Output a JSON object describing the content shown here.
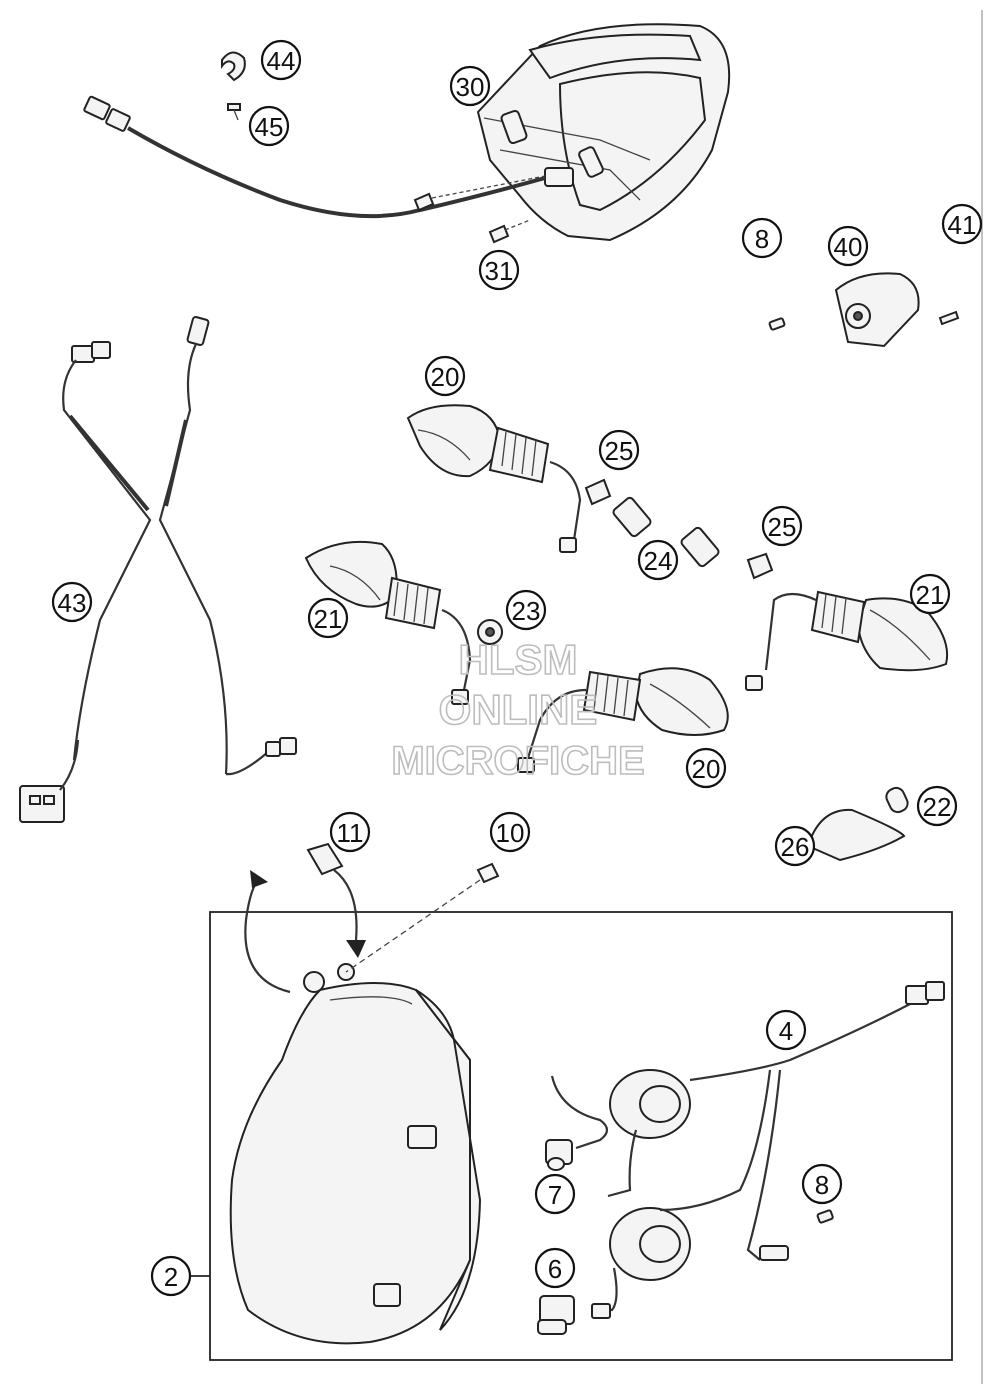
{
  "watermark": {
    "line1": "HLSM",
    "line2": "ONLINE",
    "line3": "MICROFICHE"
  },
  "callouts": [
    {
      "id": "c44",
      "label": "44"
    },
    {
      "id": "c45",
      "label": "45"
    },
    {
      "id": "c30",
      "label": "30"
    },
    {
      "id": "c31",
      "label": "31"
    },
    {
      "id": "c8a",
      "label": "8"
    },
    {
      "id": "c40",
      "label": "40"
    },
    {
      "id": "c41",
      "label": "41"
    },
    {
      "id": "c20a",
      "label": "20"
    },
    {
      "id": "c25a",
      "label": "25"
    },
    {
      "id": "c24",
      "label": "24"
    },
    {
      "id": "c25b",
      "label": "25"
    },
    {
      "id": "c43",
      "label": "43"
    },
    {
      "id": "c21a",
      "label": "21"
    },
    {
      "id": "c23",
      "label": "23"
    },
    {
      "id": "c21b",
      "label": "21"
    },
    {
      "id": "c20b",
      "label": "20"
    },
    {
      "id": "c22",
      "label": "22"
    },
    {
      "id": "c26",
      "label": "26"
    },
    {
      "id": "c11",
      "label": "11"
    },
    {
      "id": "c10",
      "label": "10"
    },
    {
      "id": "c4",
      "label": "4"
    },
    {
      "id": "c7",
      "label": "7"
    },
    {
      "id": "c8b",
      "label": "8"
    },
    {
      "id": "c6",
      "label": "6"
    },
    {
      "id": "c2",
      "label": "2"
    }
  ]
}
